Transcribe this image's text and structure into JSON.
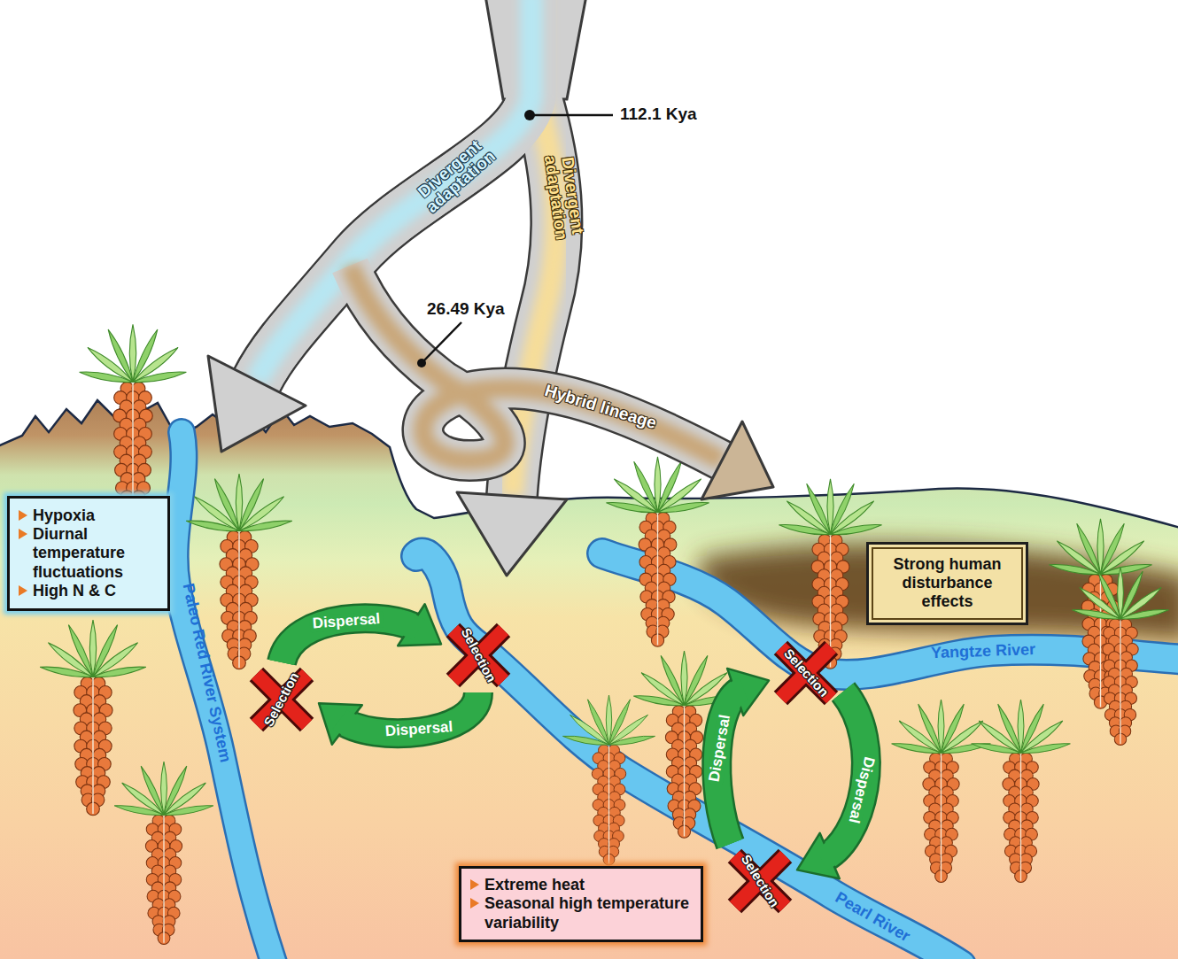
{
  "diagram": {
    "nodes": [
      {
        "text": [
          "Hypoxia",
          "Diurnal temperature fluctuations",
          "High N & C"
        ]
      },
      {
        "text": [
          "Strong human disturbance effects"
        ]
      },
      {
        "text": [
          "Selection"
        ]
      },
      {
        "text": [
          "Selection"
        ]
      },
      {
        "text": [
          "Selection"
        ]
      },
      {
        "text": [
          "Selection"
        ]
      },
      {
        "text": [
          "Extreme heat",
          "Seasonal high temperature variability"
        ]
      }
    ],
    "edges": [
      {
        "from": 2,
        "to": 3,
        "arrow": "to",
        "label": "Dispersal"
      },
      {
        "from": 3,
        "to": 2,
        "arrow": "to",
        "label": "Dispersal"
      },
      {
        "from": 5,
        "to": 4,
        "arrow": "to",
        "label": "Dispersal"
      },
      {
        "from": 4,
        "to": 5,
        "arrow": "to",
        "label": "Dispersal"
      }
    ],
    "labels": [
      "112.1 Kya",
      "Divergent adaptation",
      "Divergent adaptation",
      "26.49 Kya",
      "Hybrid lineage",
      "Paleo Red River System",
      "Yangtze River",
      "Pearl River"
    ]
  }
}
